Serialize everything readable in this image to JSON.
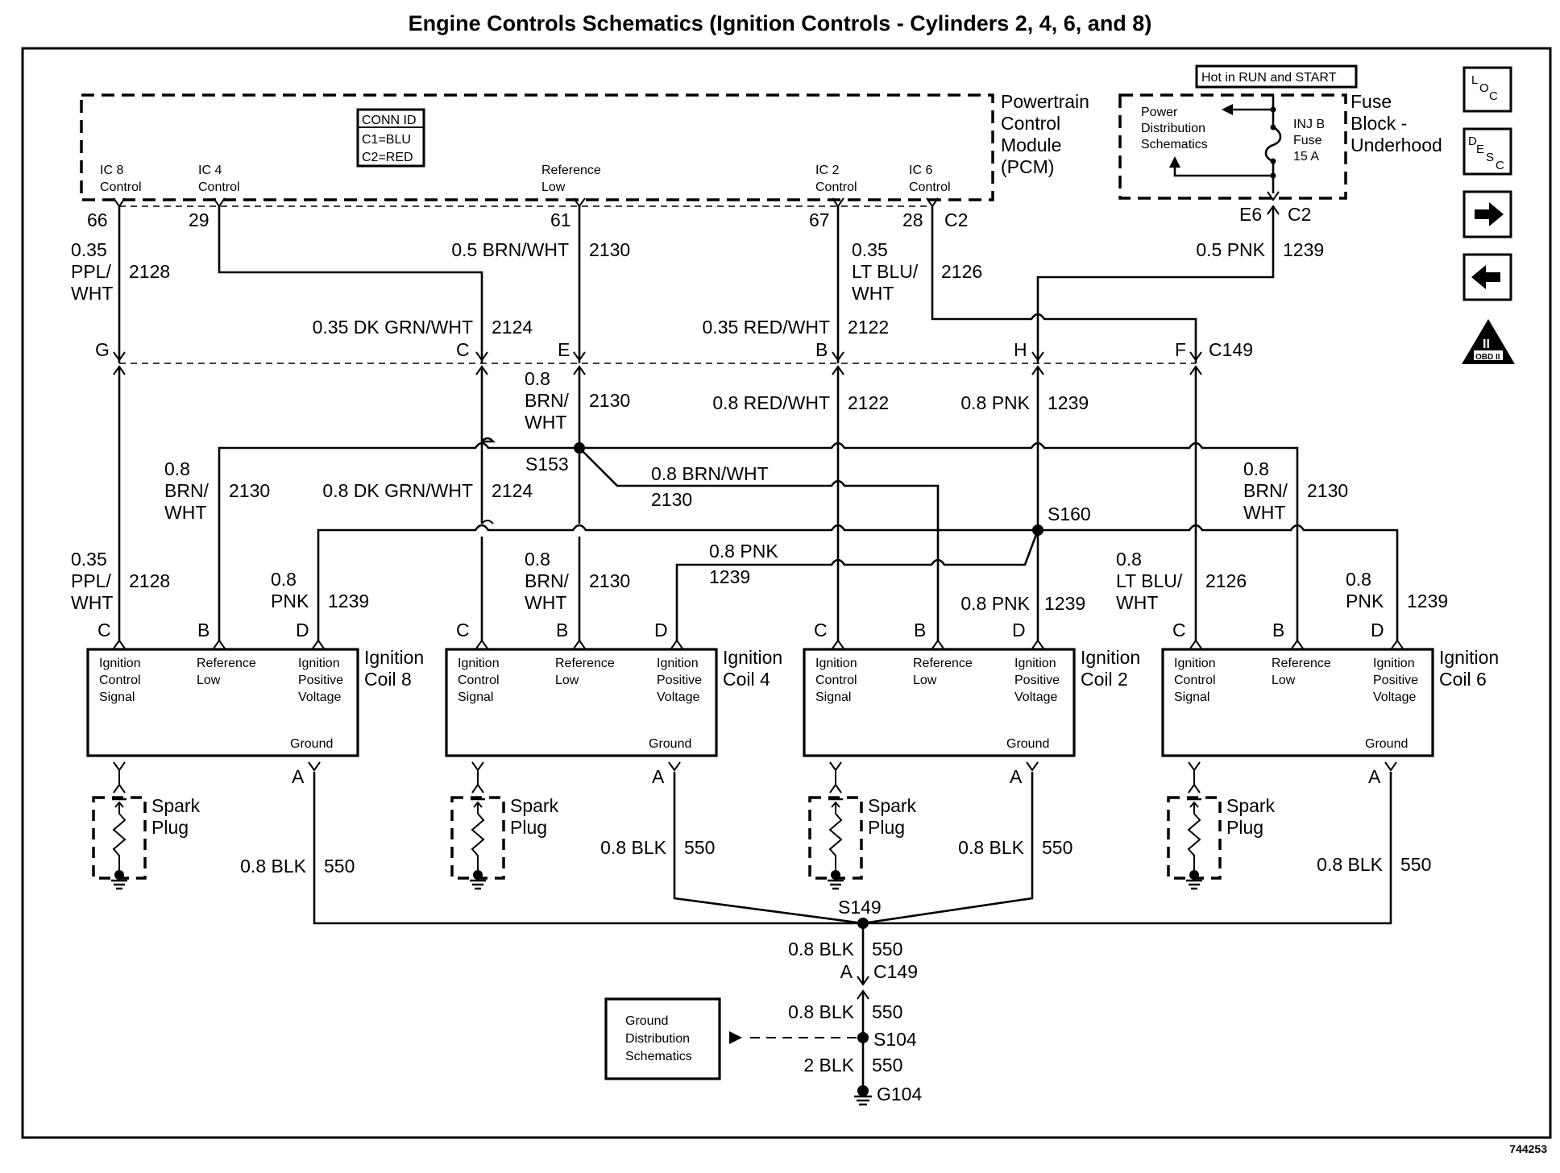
{
  "title": "Engine Controls Schematics (Ignition Controls - Cylinders 2, 4, 6, and 8)",
  "diagram_id": "744253",
  "pcm": {
    "name_lines": [
      "Powertrain",
      "Control",
      "Module",
      "(PCM)"
    ],
    "conn_id": {
      "header": "CONN ID",
      "lines": [
        "C1=BLU",
        "C2=RED"
      ]
    },
    "pins": [
      {
        "label_lines": [
          "IC 8",
          "Control"
        ],
        "pin": "66"
      },
      {
        "label_lines": [
          "IC 4",
          "Control"
        ],
        "pin": "29"
      },
      {
        "label_lines": [
          "Reference",
          "Low"
        ],
        "pin": "61"
      },
      {
        "label_lines": [
          "IC 2",
          "Control"
        ],
        "pin": "67"
      },
      {
        "label_lines": [
          "IC 6",
          "Control"
        ],
        "pin": "28"
      }
    ],
    "connector": "C2"
  },
  "fuse_block": {
    "name_lines": [
      "Fuse",
      "Block -",
      "Underhood"
    ],
    "hot_label": "Hot in RUN and START",
    "power_dist_lines": [
      "Power",
      "Distribution",
      "Schematics"
    ],
    "fuse_lines": [
      "INJ B",
      "Fuse",
      "15 A"
    ],
    "pin": "E6",
    "connector": "C2"
  },
  "side_buttons": [
    {
      "name": "loc-button",
      "glyph": "LOC"
    },
    {
      "name": "desc-button",
      "glyph": "DESC"
    },
    {
      "name": "next-button",
      "glyph": "right-arrow"
    },
    {
      "name": "prev-button",
      "glyph": "left-arrow"
    },
    {
      "name": "obd2-icon",
      "glyph": "OBD II",
      "roman": "II"
    }
  ],
  "upper_wires": {
    "ic8": {
      "gauge_lines": [
        "0.35",
        "PPL/",
        "WHT"
      ],
      "circuit": "2128"
    },
    "ref_low": {
      "gauge": "0.5 BRN/WHT",
      "circuit": "2130"
    },
    "ic4": {
      "gauge": "0.35 DK GRN/WHT",
      "circuit": "2124"
    },
    "ic2": {
      "gauge": "0.35 RED/WHT",
      "circuit": "2122"
    },
    "ic6": {
      "gauge_lines": [
        "0.35",
        "LT BLU/",
        "WHT"
      ],
      "circuit": "2126"
    },
    "fuse_out": {
      "gauge": "0.5 PNK",
      "circuit": "1239"
    }
  },
  "c149": {
    "name": "C149",
    "pins": [
      "G",
      "C",
      "E",
      "B",
      "H",
      "F"
    ]
  },
  "lower_wires": {
    "ref_trunk": {
      "gauge_lines": [
        "0.8",
        "BRN/",
        "WHT"
      ],
      "circuit": "2130"
    },
    "ic2_lower": {
      "gauge": "0.8 RED/WHT",
      "circuit": "2122"
    },
    "pnk_trunk": {
      "gauge": "0.8 PNK",
      "circuit": "1239"
    },
    "s153": "S153",
    "s160": "S160",
    "brn_branch": {
      "gauge": "0.8 BRN/WHT",
      "circuit": "2130"
    },
    "coil8_ref": {
      "gauge_lines": [
        "0.8",
        "BRN/",
        "WHT"
      ],
      "circuit": "2130"
    },
    "ic4_lower": {
      "gauge": "0.8 DK GRN/WHT",
      "circuit": "2124"
    },
    "coil6_ref": {
      "gauge_lines": [
        "0.8",
        "BRN/",
        "WHT"
      ],
      "circuit": "2130"
    },
    "coil8_ic": {
      "gauge_lines": [
        "0.35",
        "PPL/",
        "WHT"
      ],
      "circuit": "2128"
    },
    "coil8_pnk": {
      "gauge_lines": [
        "0.8",
        "PNK"
      ],
      "circuit": "1239"
    },
    "coil4_ref": {
      "gauge_lines": [
        "0.8",
        "BRN/",
        "WHT"
      ],
      "circuit": "2130"
    },
    "coil4_pnk": {
      "gauge": "0.8 PNK",
      "circuit": "1239"
    },
    "coil2_pnk": {
      "gauge": "0.8 PNK",
      "circuit": "1239"
    },
    "coil6_ic": {
      "gauge_lines": [
        "0.8",
        "LT BLU/",
        "WHT"
      ],
      "circuit": "2126"
    },
    "coil6_pnk": {
      "gauge_lines": [
        "0.8",
        "PNK"
      ],
      "circuit": "1239"
    }
  },
  "coils": [
    {
      "name_lines": [
        "Ignition",
        "Coil 8"
      ],
      "pins": [
        "C",
        "B",
        "D",
        "A"
      ]
    },
    {
      "name_lines": [
        "Ignition",
        "Coil 4"
      ],
      "pins": [
        "C",
        "B",
        "D",
        "A"
      ]
    },
    {
      "name_lines": [
        "Ignition",
        "Coil 2"
      ],
      "pins": [
        "C",
        "B",
        "D",
        "A"
      ]
    },
    {
      "name_lines": [
        "Ignition",
        "Coil 6"
      ],
      "pins": [
        "C",
        "B",
        "D",
        "A"
      ]
    }
  ],
  "coil_terminals": {
    "ic": [
      "Ignition",
      "Control",
      "Signal"
    ],
    "ref": [
      "Reference",
      "Low"
    ],
    "pos": [
      "Ignition",
      "Positive",
      "Voltage"
    ],
    "gnd": "Ground"
  },
  "spark_plug": [
    "Spark",
    "Plug"
  ],
  "ground_wires": [
    {
      "gauge": "0.8 BLK",
      "circuit": "550"
    },
    {
      "gauge": "0.8 BLK",
      "circuit": "550"
    },
    {
      "gauge": "0.8 BLK",
      "circuit": "550"
    },
    {
      "gauge": "0.8 BLK",
      "circuit": "550"
    }
  ],
  "ground_path": {
    "s149": "S149",
    "seg1": {
      "gauge": "0.8 BLK",
      "circuit": "550"
    },
    "c149_pin": "A",
    "c149": "C149",
    "seg2": {
      "gauge": "0.8 BLK",
      "circuit": "550"
    },
    "s104": "S104",
    "seg3": {
      "gauge": "2 BLK",
      "circuit": "550"
    },
    "g104": "G104",
    "ground_dist_lines": [
      "Ground",
      "Distribution",
      "Schematics"
    ]
  }
}
